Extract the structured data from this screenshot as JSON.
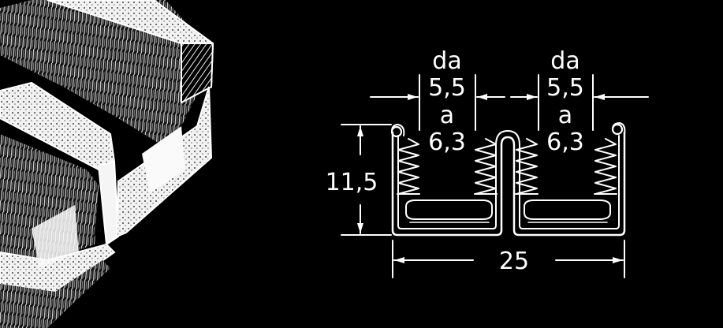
{
  "labels": {
    "da_left": "da",
    "val_left_top": "5,5",
    "a_left": "a",
    "val_left_bottom": "6,3",
    "da_right": "da",
    "val_right_top": "5,5",
    "a_right": "a",
    "val_right_bottom": "6,3",
    "height": "11,5",
    "width": "25"
  },
  "colors": {
    "background": "#000000",
    "line": "#ffffff",
    "shading": "#e8e8e8"
  }
}
